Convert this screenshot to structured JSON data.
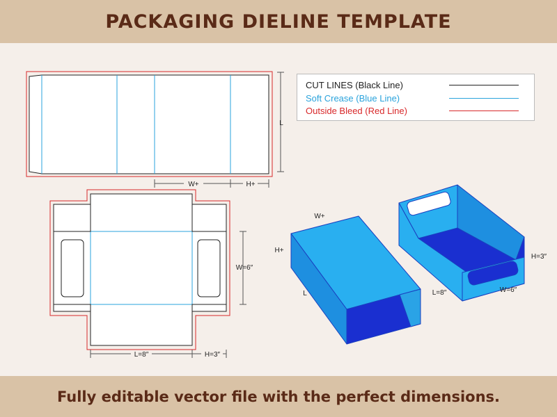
{
  "header": {
    "title": "PACKAGING DIELINE TEMPLATE"
  },
  "footer": {
    "tagline": "Fully editable vector file with the perfect dimensions."
  },
  "legend": [
    {
      "label": "CUT LINES (Black Line)",
      "color": "#222222"
    },
    {
      "label": "Soft Crease (Blue Line)",
      "color": "#2aa3dc"
    },
    {
      "label": "Outside Bleed (Red Line)",
      "color": "#d8282a"
    }
  ],
  "sleeve_dieline": {
    "dim_length": "L",
    "dim_width": "W+",
    "dim_height": "H+"
  },
  "tray_dieline": {
    "dim_width": "W=6″",
    "dim_length": "L=8″",
    "dim_height": "H=3″"
  },
  "sleeve_3d": {
    "label_width": "W+",
    "label_height": "H+",
    "label_length": "L"
  },
  "tray_3d": {
    "label_length": "L=8″",
    "label_width": "W=6″",
    "label_height": "H=3″"
  },
  "colors": {
    "banner": "#d9c2a6",
    "banner_text": "#5a2a17",
    "background": "#f5efea",
    "box_face_light": "#29aff0",
    "box_face_dark": "#1a2fd0",
    "box_edge": "#1a3fbf"
  }
}
